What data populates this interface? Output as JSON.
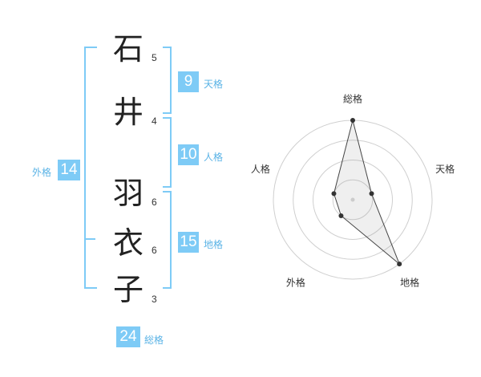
{
  "name": {
    "chars": [
      {
        "char": "石",
        "strokes": "5"
      },
      {
        "char": "井",
        "strokes": "4"
      },
      {
        "char": "羽",
        "strokes": "6"
      },
      {
        "char": "衣",
        "strokes": "6"
      },
      {
        "char": "子",
        "strokes": "3"
      }
    ]
  },
  "kaku": {
    "tenkaku": {
      "value": "9",
      "label": "天格"
    },
    "jinkaku": {
      "value": "10",
      "label": "人格"
    },
    "chikaku": {
      "value": "15",
      "label": "地格"
    },
    "gaikaku": {
      "value": "14",
      "label": "外格"
    },
    "soukaku": {
      "value": "24",
      "label": "総格"
    }
  },
  "colors": {
    "accent": "#7ecbf6",
    "accent_text": "#5ab3e6"
  },
  "chart_data": {
    "type": "radar",
    "axes": [
      "総格",
      "天格",
      "地格",
      "外格",
      "人格"
    ],
    "values": [
      4,
      1,
      4,
      1,
      1
    ],
    "rmax": 4,
    "rings": 4
  }
}
